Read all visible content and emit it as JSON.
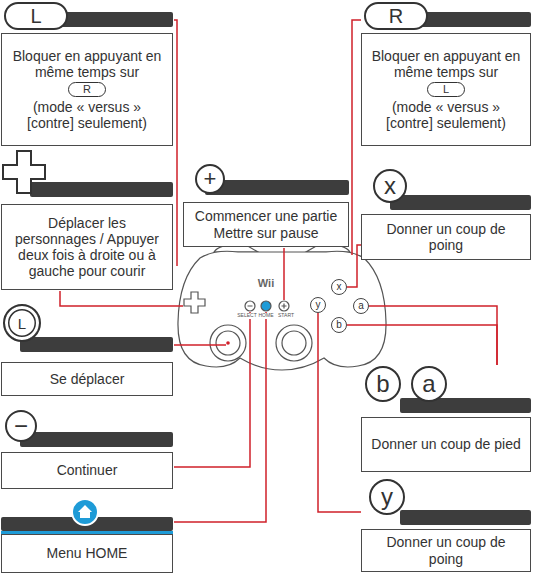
{
  "diagram": {
    "nodes": [
      {
        "text": [
          "Bloquer en appuyant en même temps sur",
          "(mode « versus » [contre] seulement)"
        ]
      },
      {
        "text": [
          "L"
        ],
        "in": 0
      },
      {
        "text": [
          "R"
        ],
        "in": 0
      },
      {
        "text": [
          "Bloquer en appuyant en même temps sur",
          "(mode « versus » [contre] seulement)"
        ]
      },
      {
        "text": [
          "R"
        ],
        "in": 3
      },
      {
        "text": [
          "L"
        ],
        "in": 3
      },
      {
        "text": [
          "Commencer une partie",
          "Mettre sur pause"
        ]
      },
      {
        "text": [
          "+"
        ],
        "in": 6
      },
      {
        "text": [
          "Donner un coup de poing"
        ]
      },
      {
        "text": [
          "x"
        ],
        "in": 8
      },
      {
        "text": [
          "Déplacer les personnages / Appuyer deux fois à droite ou à gauche pour courir"
        ]
      },
      {
        "text": [
          "Se déplacer"
        ]
      },
      {
        "text": [
          "L"
        ],
        "in": 11
      },
      {
        "text": [
          "Donner un coup de pied"
        ]
      },
      {
        "text": [
          "b"
        ],
        "in": 13
      },
      {
        "text": [
          "a"
        ],
        "in": 13
      },
      {
        "text": [
          "Continuer"
        ]
      },
      {
        "text": [
          "−"
        ],
        "in": 16
      },
      {
        "text": [
          "Donner un coup de poing"
        ]
      },
      {
        "text": [
          "y"
        ],
        "in": 18
      },
      {
        "text": [
          "Menu HOME"
        ]
      },
      {
        "text": [
          "x"
        ]
      },
      {
        "text": [
          "a"
        ]
      },
      {
        "text": [
          "b"
        ]
      },
      {
        "text": [
          "y"
        ]
      }
    ],
    "edges": [
      {
        "from": 21,
        "to": 8,
        "arrow": "none"
      },
      {
        "from": 22,
        "to": 13,
        "arrow": "none"
      },
      {
        "from": 23,
        "to": 13,
        "arrow": "none"
      },
      {
        "from": 24,
        "to": 18,
        "arrow": "none"
      }
    ],
    "labels": [
      "Wii",
      "SELECT",
      "HOME",
      "START"
    ]
  }
}
